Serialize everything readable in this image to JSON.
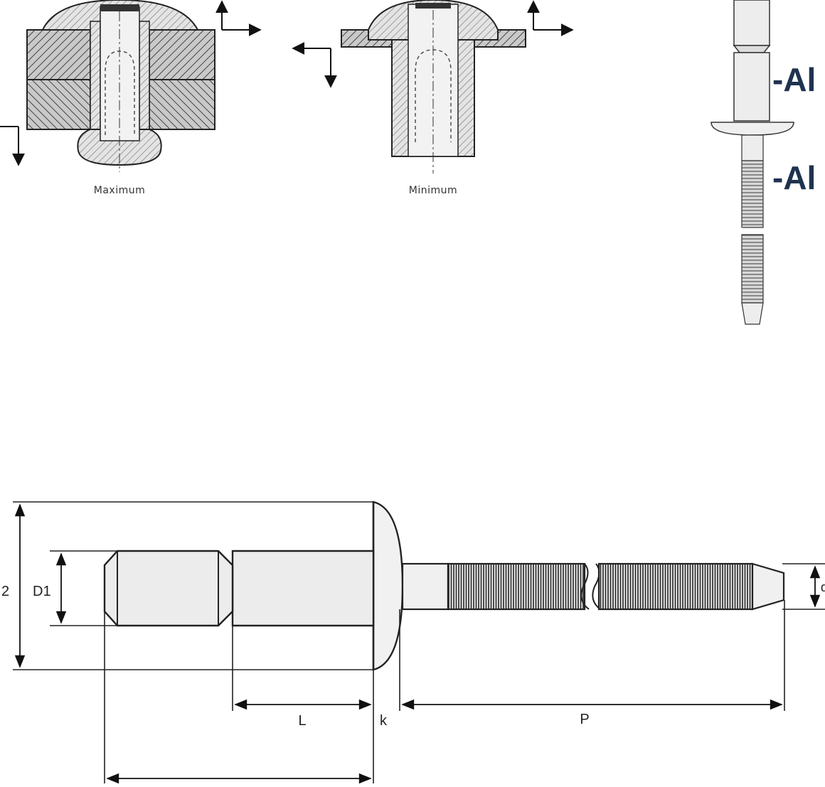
{
  "captions": {
    "maximum": "Maximum",
    "minimum": "Minimum"
  },
  "side_labels": {
    "upper": "-Al",
    "lower": "-Al"
  },
  "dimensions": {
    "d2": "2",
    "d1": "D1",
    "length_L": "L",
    "head_k": "k",
    "mandrel_P": "P",
    "mandrel_d": "d"
  },
  "colors": {
    "ink": "#222222",
    "body_fill": "#ededed",
    "hatch_dark": "#555555",
    "label_blue": "#1f3350"
  }
}
